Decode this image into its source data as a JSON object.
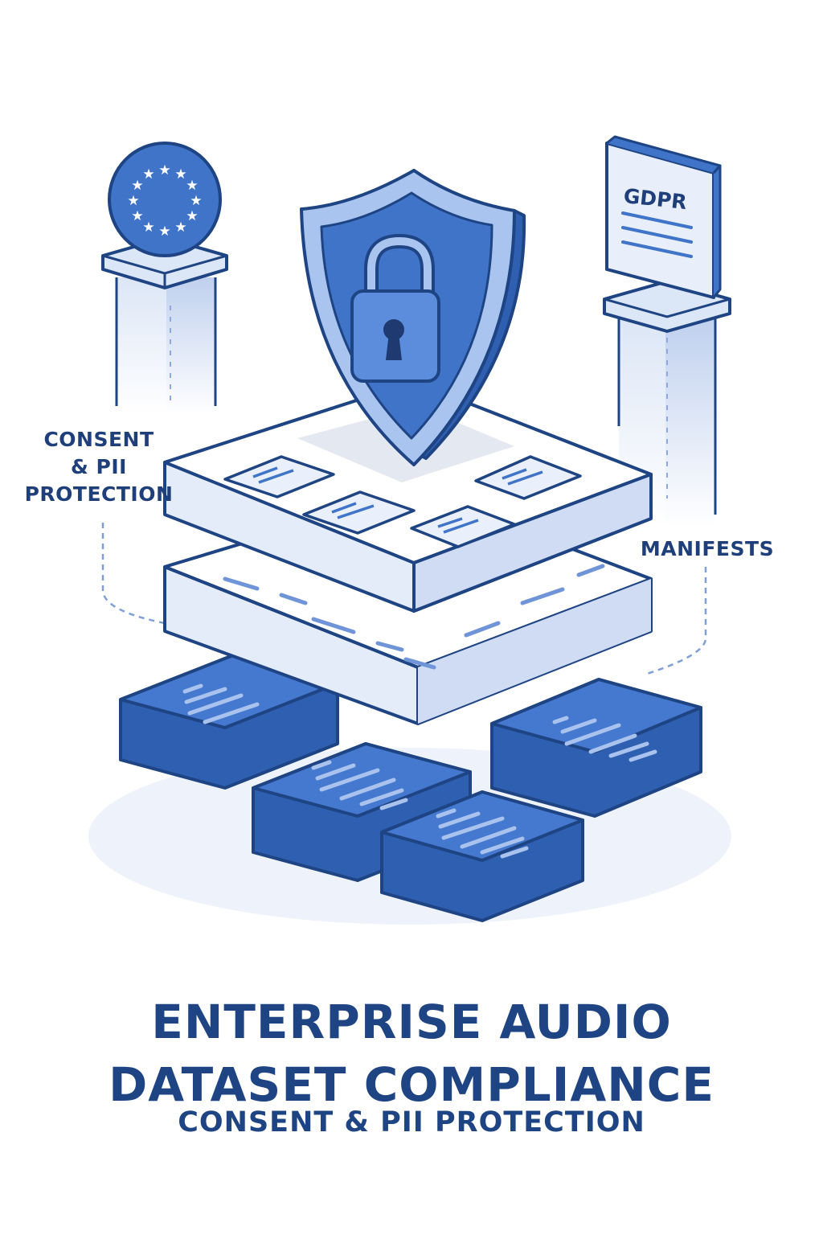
{
  "labels": {
    "consent_lines": [
      "CONSENT",
      "& PII",
      "PROTECTION"
    ],
    "manifests": "MANIFESTS",
    "gdpr": "GDPR"
  },
  "title": {
    "line1": "ENTERPRISE AUDIO",
    "line2": "DATASET COMPLIANCE"
  },
  "subtitle": "CONSENT & PII PROTECTION",
  "colors": {
    "primary_blue": "#3f74c9",
    "dark_outline": "#1e4483",
    "light_blue": "#dbe6f7",
    "text_navy": "#1f3f7a"
  },
  "icons": [
    "eu-flag-icon",
    "shield-icon",
    "padlock-icon",
    "gdpr-document-icon",
    "audio-waveform-icon"
  ]
}
